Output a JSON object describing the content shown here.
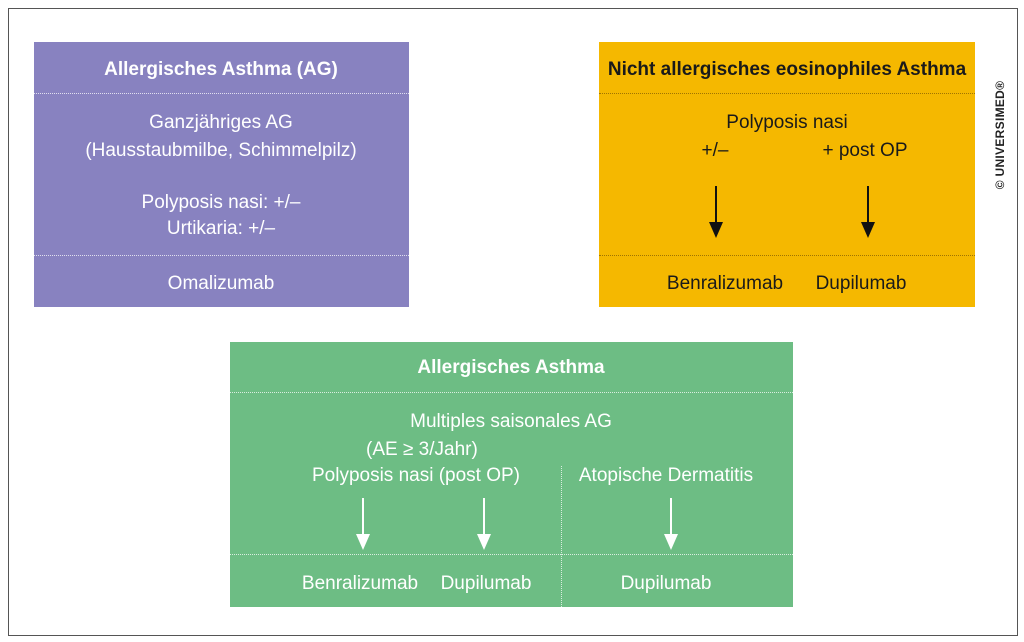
{
  "purple_box": {
    "title": "Allergisches Asthma (AG)",
    "line1": "Ganzjähriges AG",
    "line2": "(Hausstaubmilbe, Schimmelpilz)",
    "line3": "Polyposis nasi: +/–",
    "line4": "Urtikaria: +/–",
    "therapy": "Omalizumab"
  },
  "orange_box": {
    "title": "Nicht allergisches eosinophiles Asthma",
    "subtitle": "Polyposis nasi",
    "left_label": "+/–",
    "right_label": "+ post OP",
    "left_therapy": "Benralizumab",
    "right_therapy": "Dupilumab"
  },
  "green_box": {
    "title": "Allergisches Asthma",
    "line1": "Multiples saisonales AG",
    "line2": "(AE ≥ 3/Jahr)",
    "left_label": "Polyposis nasi (post OP)",
    "right_label": "Atopische Dermatitis",
    "therapy1": "Benralizumab",
    "therapy2": "Dupilumab",
    "therapy3": "Dupilumab"
  },
  "copyright": "© UNIVERSIMED®",
  "colors": {
    "purple": "#8882c0",
    "orange": "#f5b800",
    "green": "#6dbd84"
  }
}
